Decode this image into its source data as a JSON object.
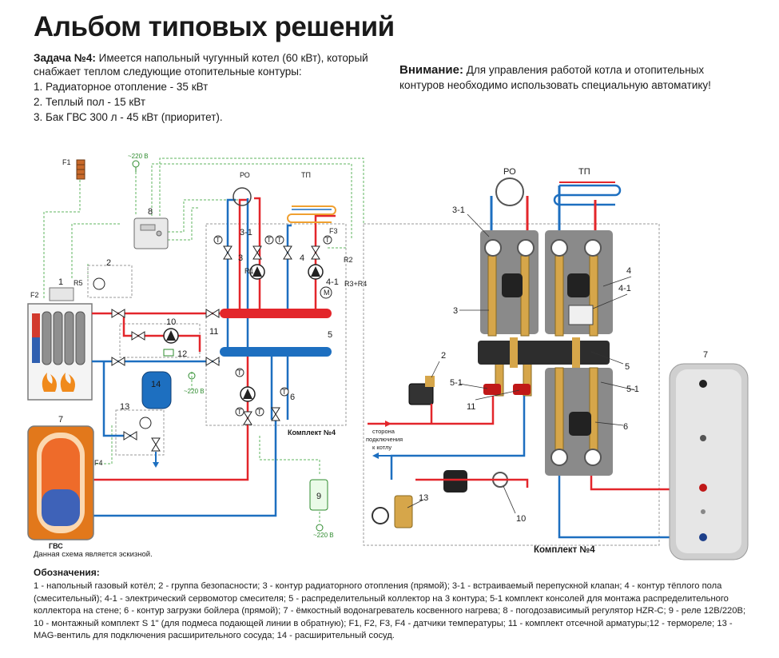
{
  "title": "Альбом типовых решений",
  "task": {
    "label": "Задача №4:",
    "text": "Имеется напольный чугунный котел (60 кВт), который снабжает теплом следующие отопительные контуры:",
    "items": [
      "1. Радиаторное отопление - 35 кВт",
      "2. Теплый пол - 15 кВт",
      "3. Бак ГВС 300 л - 45 кВт (приоритет)."
    ]
  },
  "warning": {
    "label": "Внимание:",
    "text": "Для управления работой котла и отопительных контуров необходимо использовать специальную автоматику!"
  },
  "schematic": {
    "ro": "РО",
    "tp": "ТП",
    "f1": "F1",
    "f2": "F2",
    "f3": "F3",
    "f4": "F4",
    "r1": "R1",
    "r2": "R2",
    "r3r4": "R3+R4",
    "r5": "R5",
    "v220a": "~220 В",
    "v220b": "~220 В",
    "v220c": "~220 В",
    "n1": "1",
    "n2": "2",
    "n3": "3",
    "n31": "3-1",
    "n4": "4",
    "n41": "4-1",
    "n5": "5",
    "n6": "6",
    "n7": "7",
    "n8": "8",
    "n9": "9",
    "n10": "10",
    "n11": "11",
    "n12": "12",
    "n13": "13",
    "n14": "14",
    "t": "T",
    "m": "M",
    "gvs": "ГВС",
    "kit": "Комплект №4"
  },
  "photo": {
    "ro": "РО",
    "tp": "ТП",
    "n2": "2",
    "n3": "3",
    "n31": "3-1",
    "n4": "4",
    "n41": "4-1",
    "n5": "5",
    "n51a": "5-1",
    "n51b": "5-1",
    "n6": "6",
    "n7": "7",
    "n10": "10",
    "n11": "11",
    "n13": "13",
    "side1": "сторона",
    "side2": "подключения",
    "side3": "к котлу",
    "kit": "Комплект №4"
  },
  "sketch_note": "Данная схема является эскизной.",
  "legend": {
    "title": "Обозначения:",
    "text": "1 - напольный газовый котёл; 2 - группа безопасности; 3 - контур радиаторного отопления (прямой); 3-1 - встраиваемый перепускной клапан; 4 - контур тёплого пола (смесительный); 4-1 - электрический сервомотор смесителя; 5 - распределительный коллектор на 3 контура; 5-1 комплект консолей для монтажа распределительного коллектора на стене; 6 - контур загрузки бойлера (прямой); 7 - ёмкостный водонагреватель косвенного нагрева; 8 - погодозависимый регулятор HZR-C; 9 - реле 12В/220В; 10 - монтажный комплект S 1\" (для подмеса подающей линии в обратную); F1, F2, F3, F4 - датчики температуры; 11 - комплект отсечной арматуры;12 - термореле; 13 - MAG-вентиль для подключения расширительного сосуда; 14 - расширительный сосуд."
  },
  "colors": {
    "supply": "#e3262b",
    "return": "#1d6fc0",
    "signal": "#5fb55f",
    "frame": "#9a9a9a"
  }
}
